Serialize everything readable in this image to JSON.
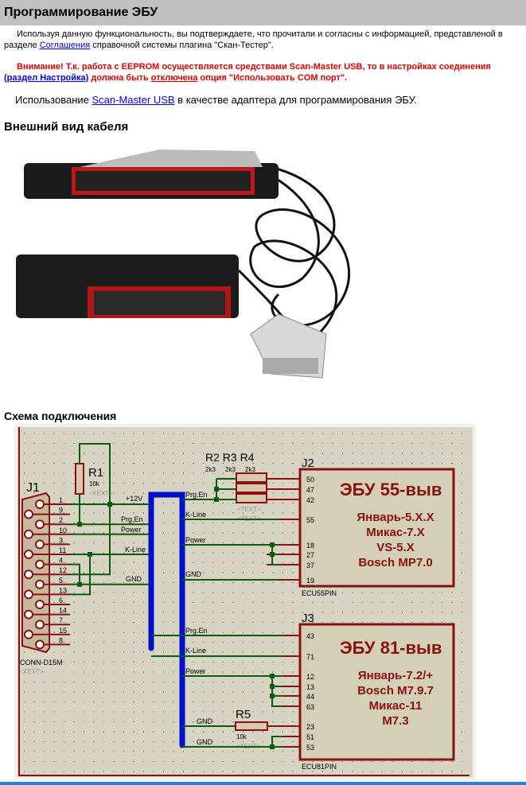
{
  "header": {
    "title": "Программирование ЭБУ"
  },
  "intro": {
    "before": "Используя данную функциональность, вы подтверждаете, что прочитали и согласны с информацией, представленой в разделе ",
    "link": "Соглашения",
    "after": " справочной системы плагина \"Скан-Тестер\"."
  },
  "warning": {
    "text1": "Внимание! Т.к. работа с EEPROM осуществляется средствами Scan-Master USB, то в настройках соединения ",
    "link": "(раздел Настройка)",
    "text2": " должна быть ",
    "link2": "отключена",
    "text3": " опция \"Использовать COM порт\"."
  },
  "usage": {
    "before": "Использование ",
    "link": "Scan-Master USB",
    "after": " в качестве адаптера для программирования ЭБУ."
  },
  "section_cable": "Внешний вид кабеля",
  "section_scheme": "Схема подключения",
  "scheme": {
    "j1": "J1",
    "j1_name": "CONN-D15M",
    "text_ph": "<TEXT>",
    "j1_pins": [
      "1",
      "9",
      "2",
      "10",
      "3",
      "11",
      "4",
      "12",
      "5",
      "13",
      "6",
      "14",
      "7",
      "15",
      "8"
    ],
    "r1": "R1",
    "r1_val": "10k",
    "left_nets": [
      "+12V",
      "Prg.En",
      "Power",
      "K-Line",
      "GND"
    ],
    "r234": "R2 R3 R4",
    "r_vals": [
      "2k3",
      "2k3",
      "2k3"
    ],
    "j2": "J2",
    "j2_title": "ЭБУ 55-выв",
    "j2_lines": [
      "Январь-5.X.X",
      "Микас-7.X",
      "VS-5.X",
      "Bosch MP7.0"
    ],
    "j2_pins": [
      "50",
      "47",
      "42",
      "55",
      "18",
      "27",
      "37",
      "19"
    ],
    "j2_name": "ECU55PIN",
    "j2_nets": [
      "Prg.En",
      "K-Line",
      "Power",
      "GND"
    ],
    "j3": "J3",
    "j3_title": "ЭБУ 81-выв",
    "j3_lines": [
      "Январь-7.2/+",
      "Bosch M7.9.7",
      "Микас-11",
      "M7.3"
    ],
    "j3_pins": [
      "43",
      "71",
      "12",
      "13",
      "44",
      "63",
      "23",
      "51",
      "53"
    ],
    "j3_name": "ECU81PIN",
    "j3_nets": [
      "Prg.En",
      "K-Line",
      "Power",
      "GND",
      "GND"
    ],
    "r5": "R5",
    "r5_val": "10k"
  },
  "colors": {
    "wire": "#0a5a0a",
    "pin": "#8b1010",
    "bus": "#0010c8",
    "bg": "#d8d4c4",
    "link": "#0000ee",
    "warning": "#e00000"
  }
}
